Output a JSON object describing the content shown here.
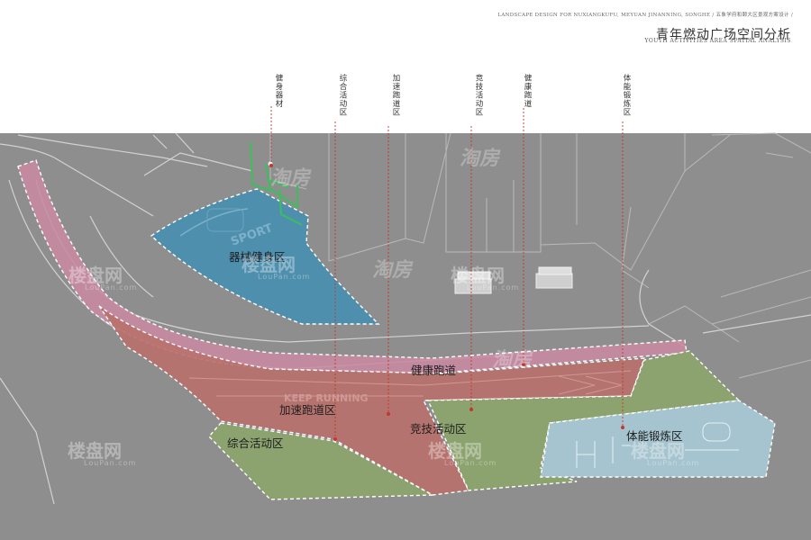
{
  "header": {
    "project_line": "LANDSCAPE DESIGN FOR NUXIANGKUFU, MEYUAN JINANNING, SONGHE / 五象学府和颐大区景观方案设计 /",
    "title": "青年燃动广场空间分析",
    "subtitle": "YOUTH ACTIVITIES AREA SPATIAL ANALYSIS"
  },
  "callouts": [
    {
      "label": "健身器材"
    },
    {
      "label": "综合活动区"
    },
    {
      "label": "加速跑道区"
    },
    {
      "label": "竞技活动区"
    },
    {
      "label": "健康跑道"
    },
    {
      "label": "体能锻炼区"
    }
  ],
  "zones": {
    "fitness_equipment": {
      "label": "器械健身区",
      "color": "#4f8fae"
    },
    "running_track": {
      "label": "健康跑道",
      "color": "#c98aa2"
    },
    "sprint_track": {
      "label": "加速跑道区",
      "color": "#b8716d"
    },
    "general_activity": {
      "label": "综合活动区",
      "color": "#8da36f"
    },
    "competition": {
      "label": "竞技活动区",
      "color": "#8da36f"
    },
    "physical_training": {
      "label": "体能锻炼区",
      "color": "#a6c4cf"
    }
  },
  "ground_text": {
    "sport": "SPORT",
    "keep_running": "KEEP RUNNING"
  },
  "watermarks": {
    "taofang": "淘房",
    "loupan": "楼盘网",
    "loupan_url": "LouPan.com"
  }
}
